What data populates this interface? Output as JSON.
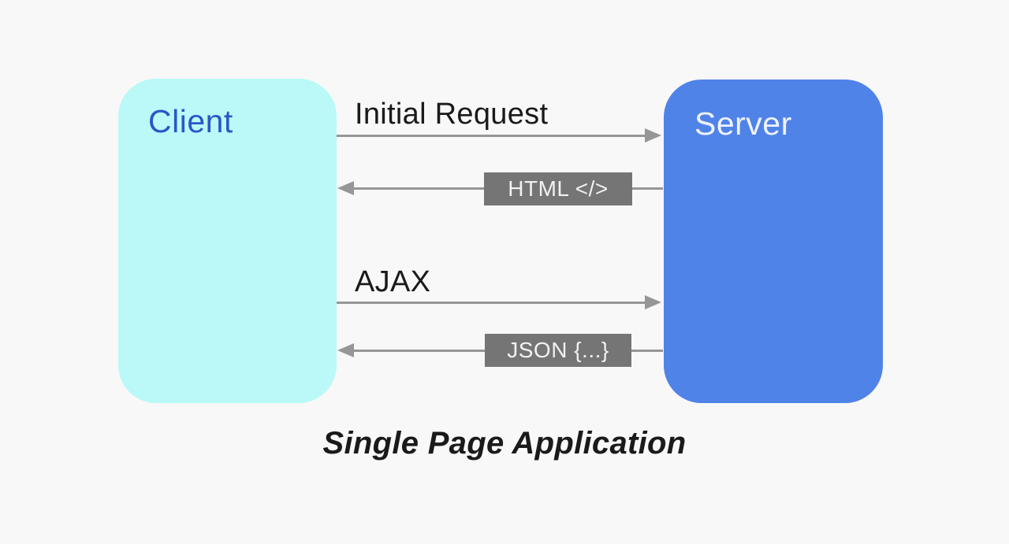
{
  "title": "Single Page Application",
  "client": {
    "label": "Client"
  },
  "server": {
    "label": "Server"
  },
  "flows": [
    {
      "label": "Initial Request",
      "from": "client",
      "to": "server",
      "style": "text-above-arrow"
    },
    {
      "label": "HTML </>",
      "from": "server",
      "to": "client",
      "style": "boxed-tag-on-arrow"
    },
    {
      "label": "AJAX",
      "from": "client",
      "to": "server",
      "style": "text-above-arrow"
    },
    {
      "label": "JSON {...}",
      "from": "server",
      "to": "client",
      "style": "boxed-tag-on-arrow"
    }
  ],
  "colors": {
    "background": "#F8F8F8",
    "client_fill": "#BAF9F7",
    "client_text": "#2B56C7",
    "server_fill": "#5083E8",
    "server_text": "#EFF2FB",
    "arrow": "#969696",
    "tag_fill": "#757575",
    "tag_text": "#F1F1F1",
    "label_text": "#1A1A1A"
  }
}
